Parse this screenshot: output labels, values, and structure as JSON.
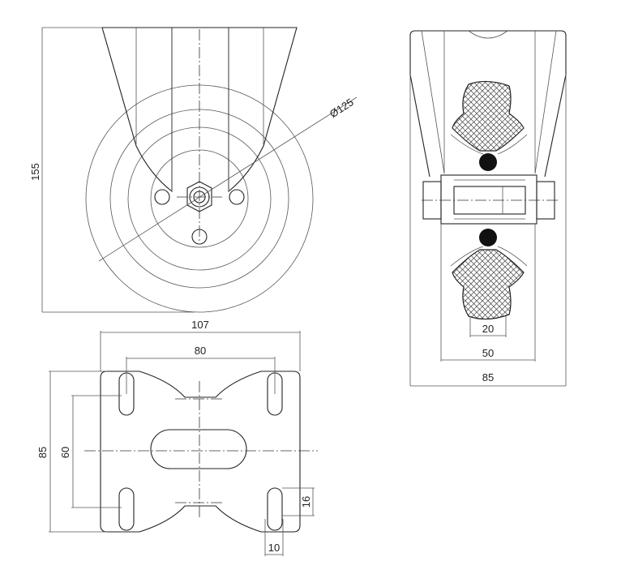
{
  "dimensions": {
    "overall_height": "155",
    "wheel_diameter": "Ø125",
    "plate_length": "107",
    "hole_spacing_length": "80",
    "plate_width": "85",
    "hole_spacing_width": "60",
    "slot_length": "16",
    "slot_width": "10",
    "tread_width": "20",
    "hub_length": "50",
    "overall_width": "85"
  },
  "colors": {
    "line": "#222222",
    "background": "#ffffff"
  }
}
